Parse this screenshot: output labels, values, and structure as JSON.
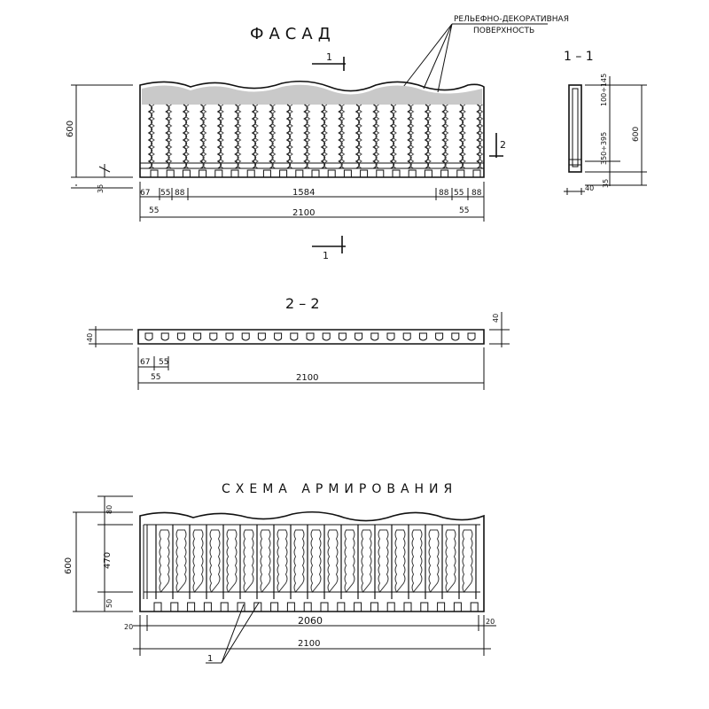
{
  "facade": {
    "title": "ФАСАД",
    "note_line1": "РЕЛЬЕФНО-ДЕКОРАТИВНАЯ",
    "note_line2": "ПОВЕРХНОСТЬ",
    "section_mark": "1",
    "section_mark2": "2",
    "dim_height": "600",
    "dim_base": "35",
    "dim_67": "67",
    "dim_55a": "55",
    "dim_88a": "88",
    "dim_1584": "1584",
    "dim_88b": "88",
    "dim_55b": "55",
    "dim_88c": "88",
    "dim_55_left": "55",
    "dim_2100": "2100",
    "dim_55_right": "55"
  },
  "section11": {
    "title": "1 – 1",
    "dim_100_145": "100÷145",
    "dim_350_395": "350÷395",
    "dim_600": "600",
    "dim_35": "35",
    "dim_40": "40"
  },
  "section22": {
    "title": "2 – 2",
    "dim_40_left": "40",
    "dim_40_right": "40",
    "dim_67": "67",
    "dim_55a": "55",
    "dim_55b": "55",
    "dim_2100": "2100"
  },
  "reinforcement": {
    "title": "СХЕМА АРМИРОВАНИЯ",
    "dim_600": "600",
    "dim_80": "80",
    "dim_470": "470",
    "dim_50": "50",
    "dim_20_left": "20",
    "dim_2060": "2060",
    "dim_20_right": "20",
    "dim_2100": "2100",
    "leader_mark": "1"
  }
}
